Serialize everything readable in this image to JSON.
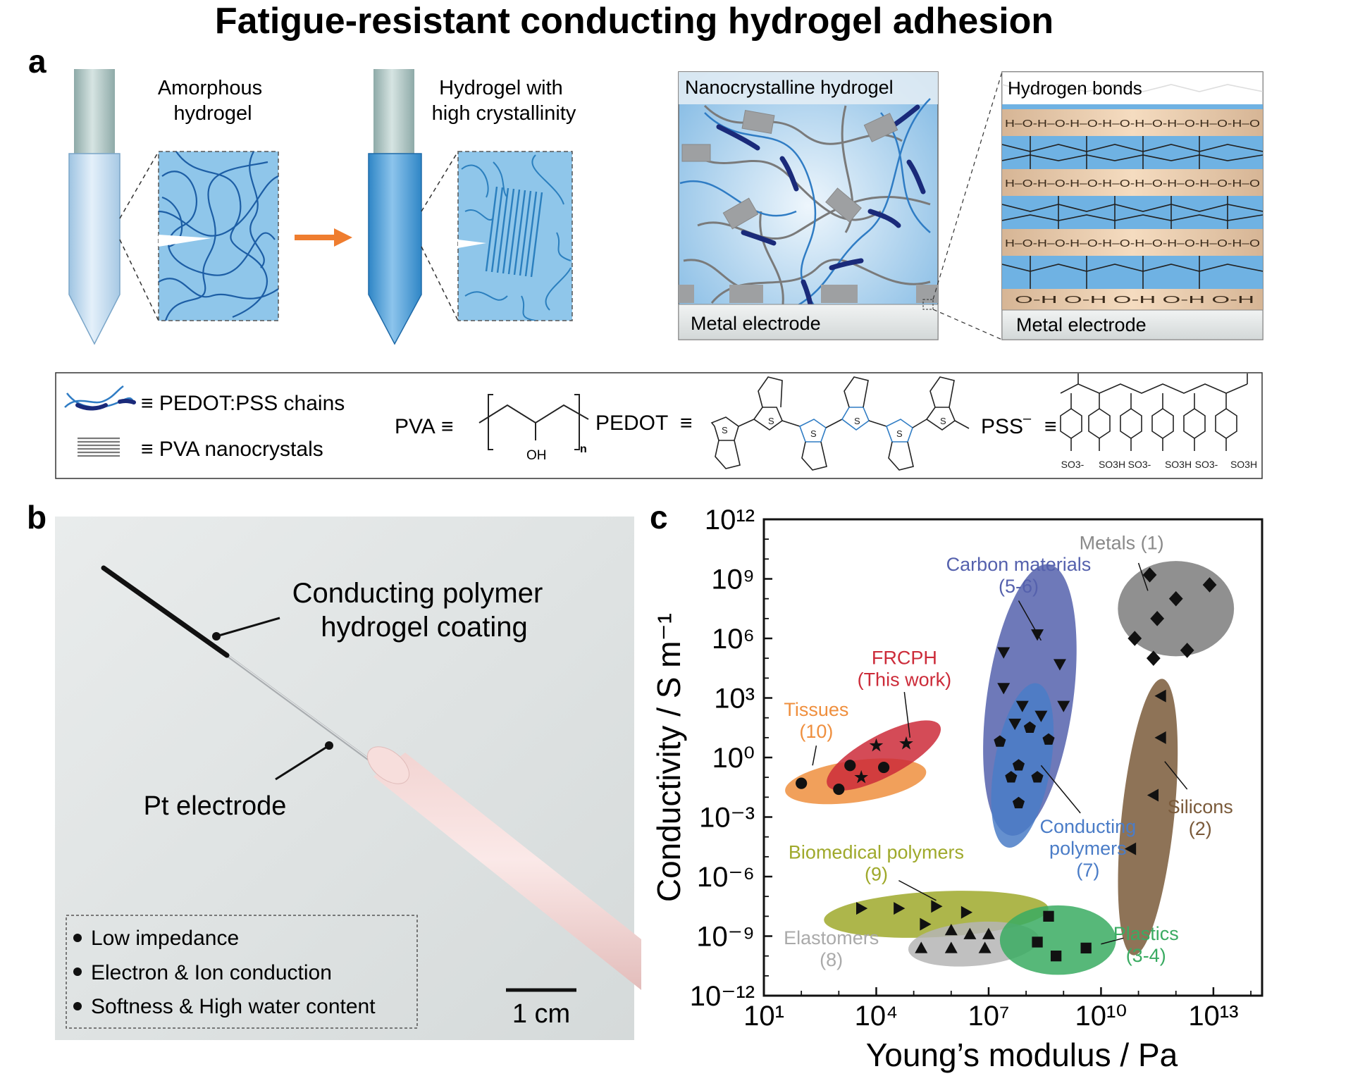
{
  "title": "Fatigue-resistant conducting hydrogel adhesion",
  "panel_a": {
    "letter": "a",
    "amorphous_label": [
      "Amorphous",
      "hydrogel"
    ],
    "crystalline_label": [
      "Hydrogel with",
      "high crystallinity"
    ],
    "nanocrystalline_title": "Nanocrystalline hydrogel",
    "hbonds_title": "Hydrogen bonds",
    "electrode_left": "Metal electrode",
    "electrode_right": "Metal electrode",
    "hbond_row_text": "H–O-H–O-H–O-H–O-H–O-H–O-H–O-H–O",
    "hbond_bottom_text": "O-H      O-H      O-H      O-H      O-H"
  },
  "legend": {
    "chains": "≡ PEDOT:PSS chains",
    "nanocrystals": "≡ PVA nanocrystals",
    "pva": "PVA",
    "pva_oh": "OH",
    "pva_n": "n",
    "pedot": "PEDOT",
    "pss": "PSS",
    "pss_charge": "–",
    "sulfonate_labels": [
      "SO3-",
      "SO3H",
      "SO3-",
      "SO3H",
      "SO3-",
      "SO3H"
    ],
    "thiophene_s": "S"
  },
  "panel_b": {
    "letter": "b",
    "coating_label": [
      "Conducting polymer",
      "hydrogel coating"
    ],
    "pt_label": "Pt electrode",
    "features": [
      "Low impedance",
      "Electron & Ion conduction",
      "Softness & High water content"
    ],
    "scale_bar": "1 cm"
  },
  "chart_data": {
    "type": "scatter",
    "letter": "c",
    "xlabel": "Young’s modulus / Pa",
    "ylabel": "Conductivity / S m⁻¹",
    "x_log_range": [
      1,
      14.3
    ],
    "y_log_range": [
      -12,
      12
    ],
    "x_ticks": [
      {
        "e": 1,
        "label": "10¹"
      },
      {
        "e": 4,
        "label": "10⁴"
      },
      {
        "e": 7,
        "label": "10⁷"
      },
      {
        "e": 10,
        "label": "10¹⁰"
      },
      {
        "e": 13,
        "label": "10¹³"
      }
    ],
    "y_ticks": [
      {
        "e": 12,
        "label": "10¹²"
      },
      {
        "e": 9,
        "label": "10⁹"
      },
      {
        "e": 6,
        "label": "10⁶"
      },
      {
        "e": 3,
        "label": "10³"
      },
      {
        "e": 0,
        "label": "10⁰"
      },
      {
        "e": -3,
        "label": "10⁻³"
      },
      {
        "e": -6,
        "label": "10⁻⁶"
      },
      {
        "e": -9,
        "label": "10⁻⁹"
      },
      {
        "e": -12,
        "label": "10⁻¹²"
      }
    ],
    "groups": [
      {
        "name": "Metals (1)",
        "color": "#7d7d7d",
        "marker": "diamond",
        "ellipse": {
          "cx": 12.0,
          "cy": 7.5,
          "rx": 1.55,
          "ry": 2.4,
          "rot": 0
        },
        "points": [
          [
            11.3,
            9.2
          ],
          [
            12.0,
            8.0
          ],
          [
            11.5,
            7.0
          ],
          [
            10.9,
            6.0
          ],
          [
            11.4,
            5.0
          ],
          [
            12.3,
            5.4
          ],
          [
            12.9,
            8.7
          ]
        ]
      },
      {
        "name": "Carbon materials (5-6)",
        "color": "#5561ad",
        "marker": "tri-down",
        "ellipse": {
          "cx": 8.1,
          "cy": 2.9,
          "rx": 1.15,
          "ry": 6.9,
          "rot": 8
        },
        "points": [
          [
            7.4,
            5.3
          ],
          [
            8.3,
            6.2
          ],
          [
            8.9,
            4.7
          ],
          [
            7.4,
            3.5
          ],
          [
            7.9,
            2.6
          ],
          [
            8.4,
            2.1
          ],
          [
            7.7,
            1.7
          ],
          [
            9.0,
            2.6
          ]
        ]
      },
      {
        "name": "Conducting polymers (7)",
        "color": "#4a7cc7",
        "marker": "pentagon",
        "ellipse": {
          "cx": 7.9,
          "cy": -0.4,
          "rx": 0.75,
          "ry": 4.2,
          "rot": 10
        },
        "points": [
          [
            7.3,
            0.8
          ],
          [
            8.1,
            1.5
          ],
          [
            8.6,
            0.9
          ],
          [
            7.8,
            -0.4
          ],
          [
            8.3,
            -1.0
          ],
          [
            7.6,
            -1.0
          ],
          [
            7.8,
            -2.3
          ]
        ]
      },
      {
        "name": "Silicons (2)",
        "color": "#7a5a3a",
        "marker": "tri-left",
        "ellipse": {
          "cx": 11.25,
          "cy": -3.0,
          "rx": 0.7,
          "ry": 7.0,
          "rot": 6
        },
        "points": [
          [
            11.6,
            3.1
          ],
          [
            11.6,
            1.0
          ],
          [
            11.4,
            -1.9
          ],
          [
            10.8,
            -4.6
          ]
        ]
      },
      {
        "name": "Tissues (10)",
        "color": "#ef8f3e",
        "marker": "circle",
        "ellipse": {
          "cx": 3.45,
          "cy": -1.2,
          "rx": 1.9,
          "ry": 1.05,
          "rot": -8
        },
        "points": [
          [
            2.0,
            -1.3
          ],
          [
            3.0,
            -1.6
          ],
          [
            3.3,
            -0.4
          ],
          [
            4.2,
            -0.5
          ]
        ]
      },
      {
        "name": "FRCPH (This work)",
        "color": "#cc2b39",
        "marker": "star",
        "ellipse": {
          "cx": 4.2,
          "cy": 0.1,
          "rx": 1.7,
          "ry": 1.05,
          "rot": -28
        },
        "points": [
          [
            3.6,
            -1.0
          ],
          [
            4.0,
            0.6
          ],
          [
            4.8,
            0.7
          ]
        ]
      },
      {
        "name": "Biomedical polymers (9)",
        "color": "#9fa92b",
        "marker": "tri-right",
        "ellipse": {
          "cx": 5.6,
          "cy": -7.9,
          "rx": 3.0,
          "ry": 1.15,
          "rot": -3
        },
        "points": [
          [
            3.6,
            -7.6
          ],
          [
            4.6,
            -7.6
          ],
          [
            5.6,
            -7.5
          ],
          [
            6.4,
            -7.8
          ],
          [
            5.3,
            -8.4
          ]
        ]
      },
      {
        "name": "Elastomers (8)",
        "color": "#b5b5b5",
        "marker": "tri-up",
        "ellipse": {
          "cx": 6.6,
          "cy": -9.4,
          "rx": 1.75,
          "ry": 1.1,
          "rot": -5
        },
        "points": [
          [
            6.0,
            -8.7
          ],
          [
            6.5,
            -8.9
          ],
          [
            7.0,
            -8.9
          ],
          [
            5.2,
            -9.6
          ],
          [
            6.0,
            -9.6
          ],
          [
            6.9,
            -9.6
          ]
        ]
      },
      {
        "name": "Plastics (3-4)",
        "color": "#3aab62",
        "marker": "square",
        "ellipse": {
          "cx": 8.85,
          "cy": -9.2,
          "rx": 1.55,
          "ry": 1.75,
          "rot": 0
        },
        "points": [
          [
            8.6,
            -8.0
          ],
          [
            8.3,
            -9.3
          ],
          [
            8.8,
            -10.0
          ],
          [
            9.6,
            -9.6
          ]
        ]
      }
    ],
    "labels": [
      {
        "text": [
          "Metals (1)"
        ],
        "color": "#8a8a8a",
        "x": 10.55,
        "y": 10.5
      },
      {
        "text": [
          "Carbon materials",
          "(5-6)"
        ],
        "color": "#5561ad",
        "x": 7.8,
        "y": 9.4
      },
      {
        "text": [
          "FRCPH",
          "(This work)"
        ],
        "color": "#cc2b39",
        "x": 4.75,
        "y": 4.7
      },
      {
        "text": [
          "Tissues",
          "(10)"
        ],
        "color": "#ef8f3e",
        "x": 2.4,
        "y": 2.1
      },
      {
        "text": [
          "Conducting",
          "polymers",
          "(7)"
        ],
        "color": "#4a7cc7",
        "x": 9.65,
        "y": -3.8
      },
      {
        "text": [
          "Silicons",
          "(2)"
        ],
        "color": "#7a5a3a",
        "x": 12.65,
        "y": -2.8
      },
      {
        "text": [
          "Biomedical polymers",
          "(9)"
        ],
        "color": "#9fa92b",
        "x": 4.0,
        "y": -5.1
      },
      {
        "text": [
          "Elastomers",
          "(8)"
        ],
        "color": "#aaaaaa",
        "x": 2.8,
        "y": -9.4
      },
      {
        "text": [
          "Plastics",
          "(3-4)"
        ],
        "color": "#3aab62",
        "x": 11.2,
        "y": -9.2
      }
    ],
    "leaders": [
      [
        [
          11.0,
          9.8
        ],
        [
          11.25,
          8.4
        ]
      ],
      [
        [
          7.8,
          7.9
        ],
        [
          8.4,
          5.9
        ]
      ],
      [
        [
          4.75,
          3.3
        ],
        [
          4.9,
          1.0
        ]
      ],
      [
        [
          2.4,
          0.6
        ],
        [
          2.3,
          -0.4
        ]
      ],
      [
        [
          9.45,
          -2.8
        ],
        [
          8.4,
          -0.4
        ]
      ],
      [
        [
          12.3,
          -1.6
        ],
        [
          11.7,
          -0.2
        ]
      ],
      [
        [
          4.6,
          -6.2
        ],
        [
          5.6,
          -7.2
        ]
      ],
      [
        [
          10.6,
          -9.1
        ],
        [
          10.0,
          -9.4
        ]
      ]
    ]
  }
}
